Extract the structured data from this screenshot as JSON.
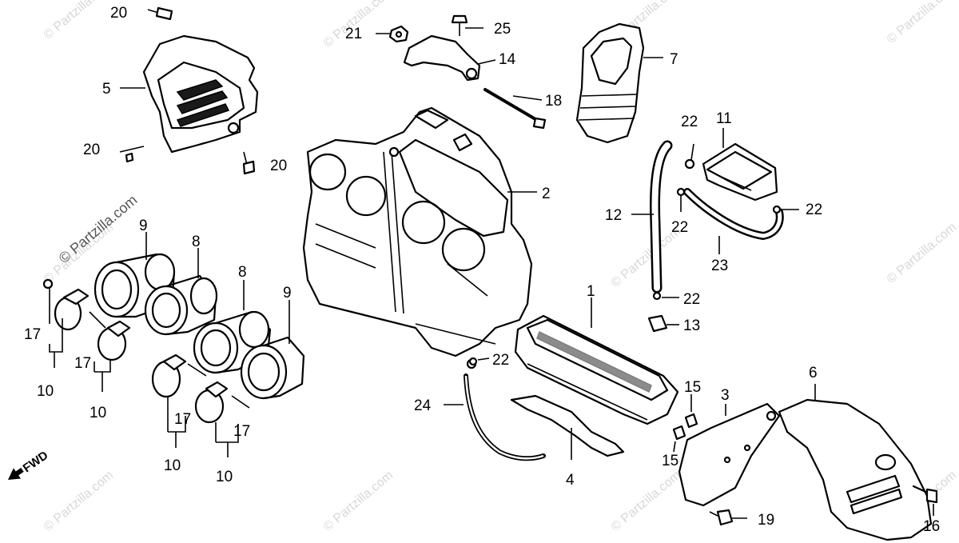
{
  "watermark": {
    "text": "© Partzilla.com"
  },
  "direction_label": "FWD",
  "callouts": {
    "c1": "1",
    "c2": "2",
    "c3": "3",
    "c4": "4",
    "c5": "5",
    "c6": "6",
    "c7": "7",
    "c8a": "8",
    "c8b": "8",
    "c9a": "9",
    "c9b": "9",
    "c10a": "10",
    "c10b": "10",
    "c10c": "10",
    "c10d": "10",
    "c11": "11",
    "c12": "12",
    "c13": "13",
    "c14": "14",
    "c15a": "15",
    "c15b": "15",
    "c16": "16",
    "c17a": "17",
    "c17b": "17",
    "c17c": "17",
    "c17d": "17",
    "c18": "18",
    "c19": "19",
    "c20a": "20",
    "c20b": "20",
    "c20c": "20",
    "c21": "21",
    "c22a": "22",
    "c22b": "22",
    "c22c": "22",
    "c22d": "22",
    "c22e": "22",
    "c23": "23",
    "c24": "24",
    "c25": "25"
  }
}
